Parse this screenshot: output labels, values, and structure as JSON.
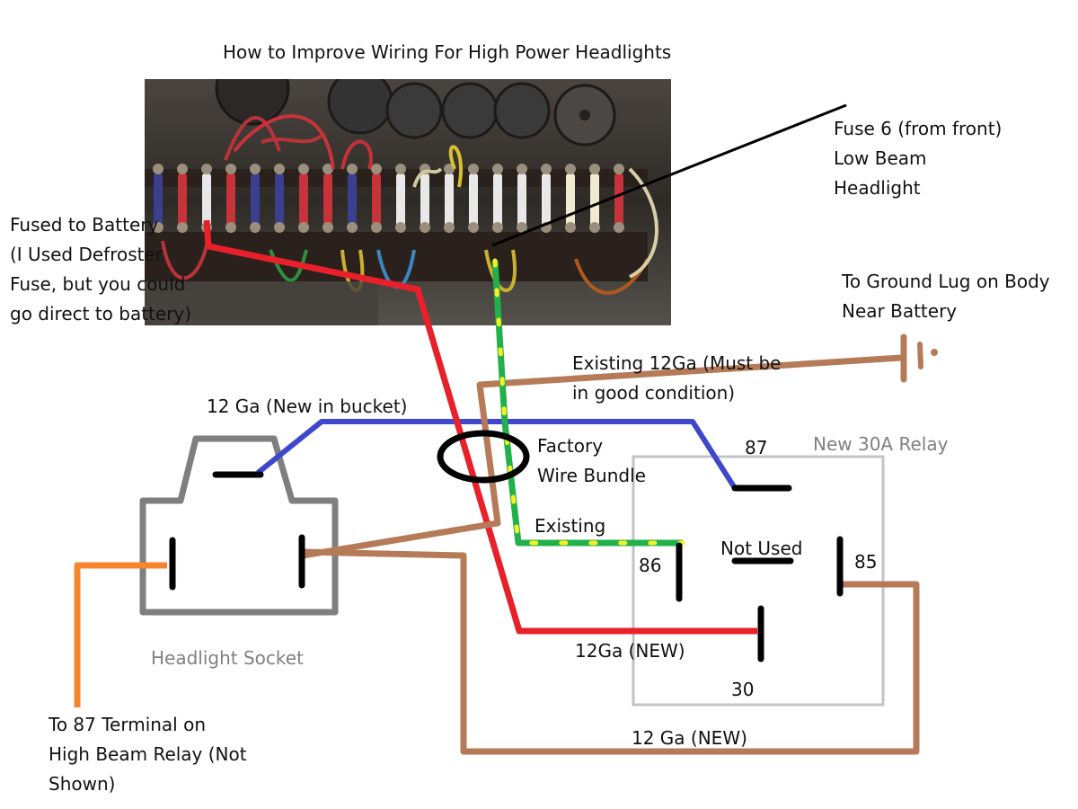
{
  "title": "How to Improve Wiring For High Power Headlights",
  "photo": {
    "description": "fuse box photo",
    "fuse_colors": [
      "#3b3f8f",
      "#c8323a",
      "#e8e8e8",
      "#c8323a",
      "#3b3f8f",
      "#3b3f8f",
      "#c8323a",
      "#c8323a",
      "#3b3f8f",
      "#c8323a",
      "#e8e8e8",
      "#e8e8e8",
      "#e8e8e8",
      "#e8e8e8",
      "#e8e8e8",
      "#e8e8e8",
      "#e8e8e8",
      "#f0ead0",
      "#f0ead0",
      "#c8323a"
    ]
  },
  "labels": {
    "fused_to_battery": [
      "Fused to Battery",
      "(I Used Defroster",
      "Fuse, but you could",
      "go direct to battery)"
    ],
    "fuse6": [
      "Fuse 6 (from front)",
      "Low Beam",
      "Headlight"
    ],
    "ground": [
      "To Ground Lug on Body",
      "Near Battery"
    ],
    "existing_12ga": [
      "Existing 12Ga (Must be",
      "in good condition)"
    ],
    "new_in_bucket": "12 Ga (New in bucket)",
    "factory_bundle": [
      "Factory",
      "Wire Bundle"
    ],
    "existing": "Existing",
    "new_relay": "New 30A Relay",
    "not_used": "Not Used",
    "terminal_87": "87",
    "terminal_86": "86",
    "terminal_85": "85",
    "terminal_30": "30",
    "red_12ga_new": "12Ga (NEW)",
    "brown_12ga_new": "12 Ga (NEW)",
    "headlight_socket": "Headlight Socket",
    "to_87_terminal": [
      "To 87 Terminal on",
      "High Beam Relay (Not",
      "Shown)"
    ]
  },
  "colors": {
    "red_wire": "#e8202a",
    "green_wire": "#22b04b",
    "green_dash": "#f5f022",
    "brown_wire": "#b57a57",
    "blue_wire": "#3f48cc",
    "orange_wire": "#f7852e",
    "socket_outline": "#7f7f7f",
    "relay_outline": "#c3c3c3",
    "terminal": "#000000"
  }
}
